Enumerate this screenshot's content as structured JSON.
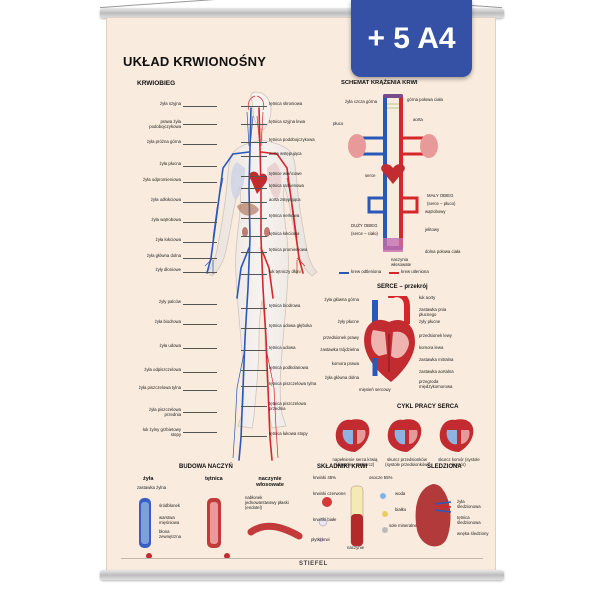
{
  "badge": "+ 5 A4",
  "poster": {
    "title": "UKŁAD KRWIONOŚNY",
    "kriwobieg": {
      "title": "KRWIOBIEG",
      "left_labels": [
        "żyła szyjna",
        "prawa żyła podobojczykowa",
        "żyła próżna górna",
        "żyła płucna",
        "żyła odpromieniowa",
        "żyła odłokciowa",
        "żyła wątrobowa",
        "żyła łokciowa",
        "żyła główna dolna",
        "żyły dłoniowe",
        "żyły palców",
        "żyła biodrowa",
        "żyła udowa",
        "żyła odpiszczelowa",
        "żyła piszczelowa tylna",
        "żyła piszczelowa przednia",
        "łuk żylny grzbietowy stopy"
      ],
      "right_labels": [
        "tętnica skroniowa",
        "tętnica szyjna lewa",
        "tętnica podobojczykowa",
        "aorta wstępująca",
        "tętnice wieńcowe",
        "tętnica ramienowa",
        "aorta zstępująca",
        "tętnica nerkowa",
        "tętnica łokciowa",
        "tętnica promieniowa",
        "łuk tętniczy dłoni",
        "tętnica biodrowa",
        "tętnica udowa głęboka",
        "tętnica udowa",
        "tętnica podkolanowa",
        "tętnica piszczelowa tylna",
        "tętnica piszczelowa przednia",
        "tętnica łukowa stopy"
      ]
    },
    "schemat": {
      "title": "SCHEMAT KRĄŻENIA KRWI",
      "labels": [
        "żyła czcza górna",
        "górna połowa ciała",
        "płuco",
        "aorta",
        "serce",
        "MAŁY OBIEG",
        "(serce – płuco)",
        "DUŻY OBIEG",
        "(serce – ciało)",
        "wątrobowy",
        "jelitowy",
        "dolna połowa ciała",
        "naczynia włosowate"
      ],
      "legend": [
        "krew odtleniona",
        "krew utleniona"
      ]
    },
    "serce": {
      "title": "SERCE – przekrój",
      "left_labels": [
        "żyła główna górna",
        "żyły płucne",
        "przedsionek prawy",
        "zastawka trójdzielna",
        "komora prawa",
        "żyła główna dolna"
      ],
      "right_labels": [
        "łuk aorty",
        "zastawka pnia płucnego",
        "żyły płucne",
        "przedsionek lewy",
        "komora lewa",
        "zastawka mitralna",
        "zastawka aortalna",
        "przegroda międzykomorowa"
      ],
      "bottom_label": "mięsień sercowy"
    },
    "cykl": {
      "title": "CYKL PRACY SERCA",
      "captions": [
        "napełnienie serca krwią (diastole – rozkurcz)",
        "skurcz przedsionków (systole przedsionków)",
        "skurcz komór (systole komór)"
      ]
    },
    "budowa": {
      "title": "BUDOWA NACZYŃ",
      "columns": [
        "żyła",
        "tętnica",
        "naczynie włosowate"
      ],
      "labels": [
        "zastawka żylna",
        "śródbłonek",
        "warstwa mięśniowa",
        "błona zewnętrzna",
        "nabłonek jednowarstwowy płaski (endotel)"
      ]
    },
    "skladniki": {
      "title": "SKŁADNIKI KRWI",
      "labels": [
        "krwinki 45%",
        "osocze 55%",
        "krwinki czerwone",
        "woda",
        "krwinki białe",
        "białko",
        "sole mineralne",
        "płytki krwi",
        "naczynie"
      ]
    },
    "sledziona": {
      "title": "ŚLEDZIONA",
      "labels": [
        "żyła śledzionowa",
        "tętnica śledzionowa",
        "wnęka śledziony"
      ]
    },
    "brand": "STIEFEL"
  },
  "colors": {
    "artery": "#d5262c",
    "vein": "#2a58b8",
    "poster_bg": "#f9ebdd",
    "badge_bg": "#3451a6"
  }
}
